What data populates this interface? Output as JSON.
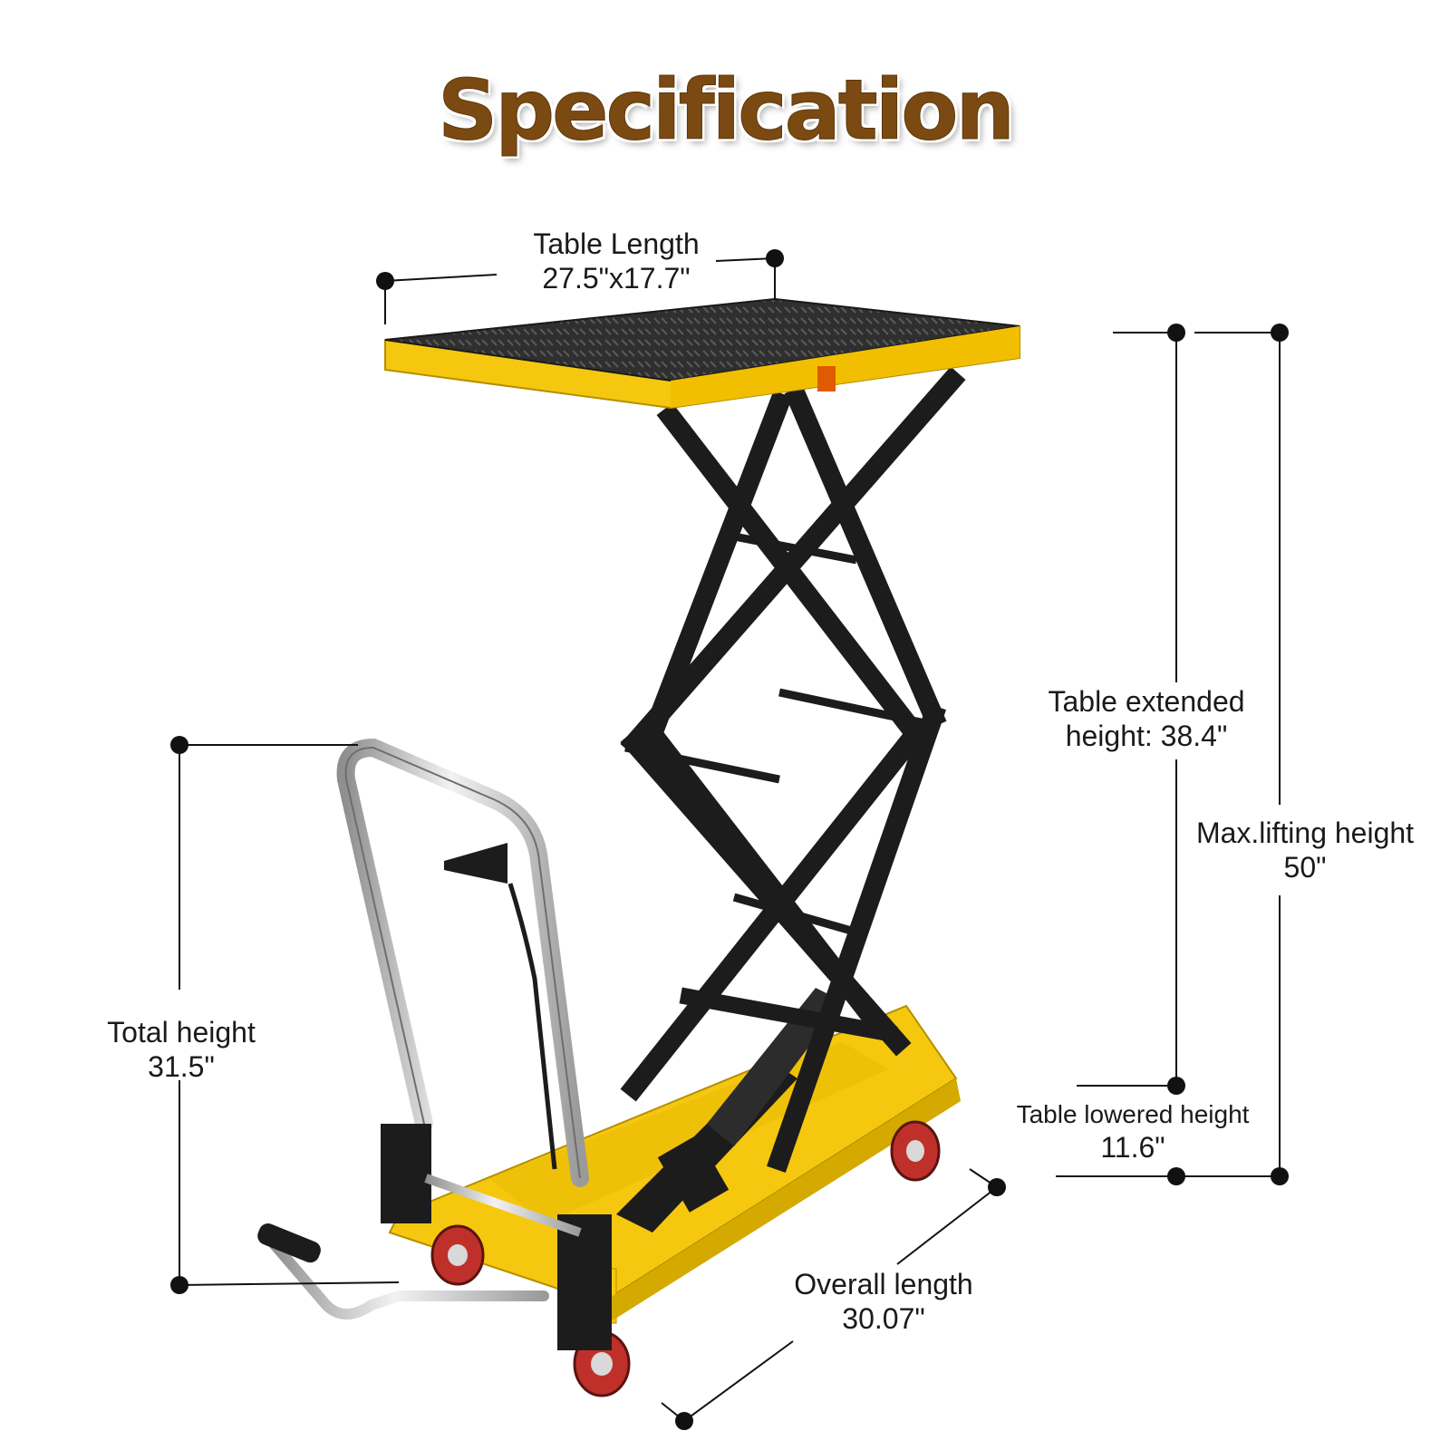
{
  "title": "Specification",
  "dimensions": {
    "table_length": {
      "label": "Table Length",
      "value": "27.5\"x17.7\""
    },
    "table_extended_height": {
      "label": "Table extended",
      "value": "height: 38.4\""
    },
    "max_lifting_height": {
      "label": "Max.lifting height",
      "value": "50\""
    },
    "total_height": {
      "label": "Total height",
      "value": "31.5\""
    },
    "table_lowered_height": {
      "label": "Table lowered height",
      "value": "11.6\""
    },
    "overall_length": {
      "label": "Overall length",
      "value": "30.07\""
    }
  },
  "colors": {
    "title": "#7a4a12",
    "frame_yellow": "#f5c80f",
    "scissor_black": "#1c1c1c",
    "wheel_red": "#c0302a",
    "handle_chrome": "#c9c9c9",
    "dimension_line": "#111111"
  }
}
